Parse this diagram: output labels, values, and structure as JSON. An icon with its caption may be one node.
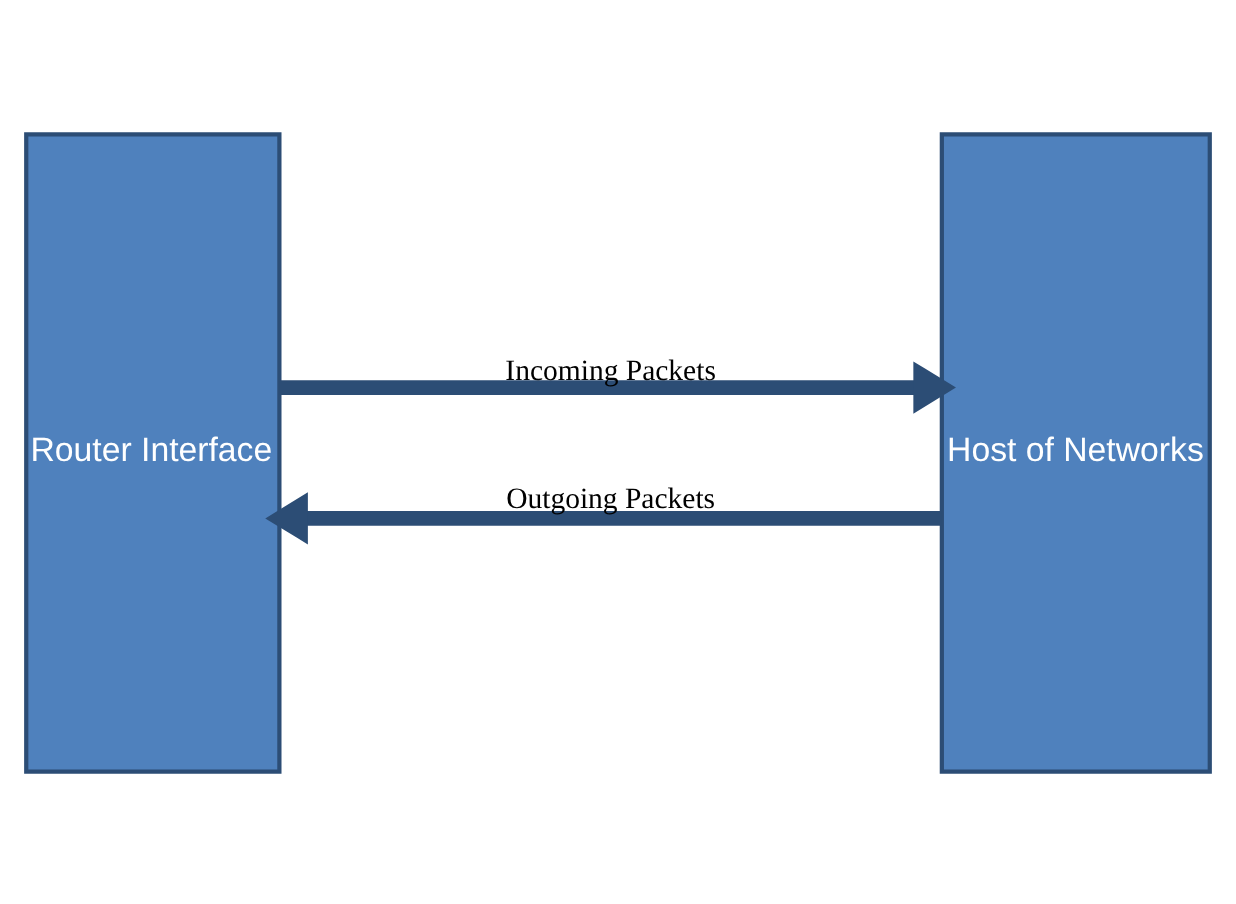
{
  "diagram": {
    "nodes": [
      {
        "text": [
          "Router Interface"
        ]
      },
      {
        "text": [
          "Host of Networks"
        ]
      }
    ],
    "edges": [
      {
        "from": 0,
        "to": 1,
        "arrow": "to",
        "label": "Incoming Packets"
      },
      {
        "from": 1,
        "to": 0,
        "arrow": "to",
        "label": "Outgoing Packets"
      }
    ]
  }
}
